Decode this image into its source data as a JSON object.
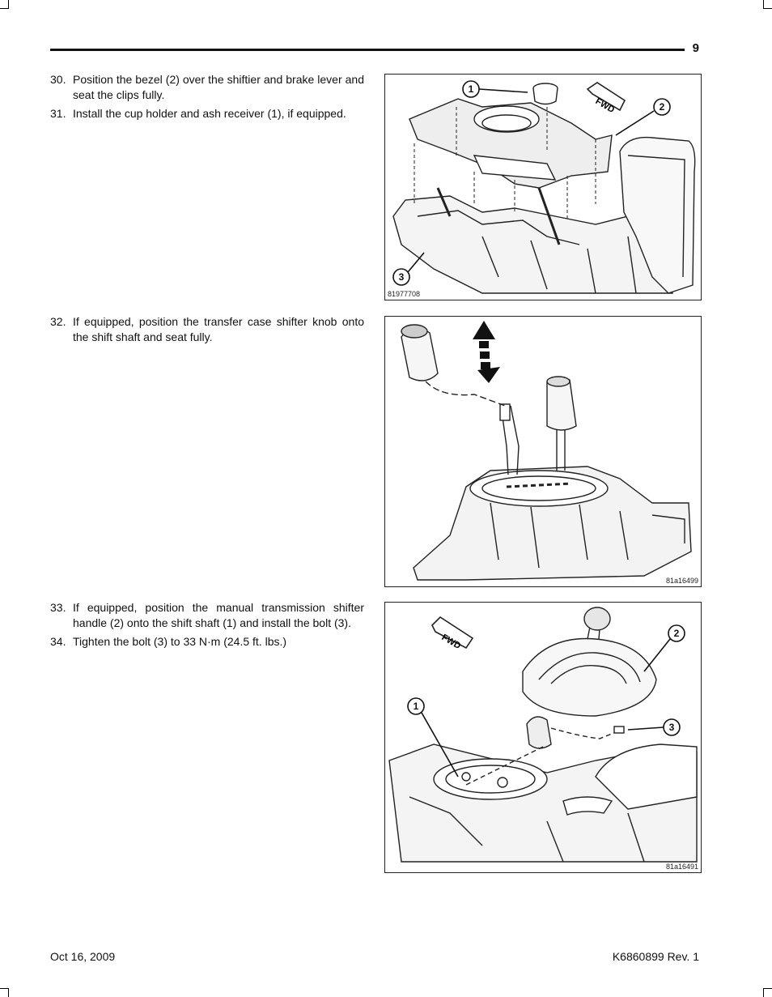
{
  "header": {
    "page_number": "9"
  },
  "steps_group_1": [
    {
      "num": "30.",
      "text": "Position the bezel (2) over the shiftier and brake lever and seat the clips fully."
    },
    {
      "num": "31.",
      "text": "Install the cup holder and ash receiver (1), if equipped."
    }
  ],
  "steps_group_2": [
    {
      "num": "32.",
      "text": "If equipped, position the transfer case shifter knob onto the shift shaft and seat fully."
    }
  ],
  "steps_group_3": [
    {
      "num": "33.",
      "text": "If equipped, position the manual transmission shifter handle (2) onto the shift shaft (1) and install the bolt (3)."
    },
    {
      "num": "34.",
      "text": "Tighten the bolt (3) to 33 N·m (24.5 ft. lbs.)"
    }
  ],
  "figures": [
    {
      "id": "81977708",
      "callouts": [
        "1",
        "2",
        "3"
      ],
      "arrow_label": "FWD"
    },
    {
      "id": "81a16499"
    },
    {
      "id": "81a16491",
      "callouts": [
        "1",
        "2",
        "3"
      ],
      "arrow_label": "FWD"
    }
  ],
  "footer": {
    "date": "Oct 16, 2009",
    "doc_number": "K6860899 Rev. 1"
  }
}
